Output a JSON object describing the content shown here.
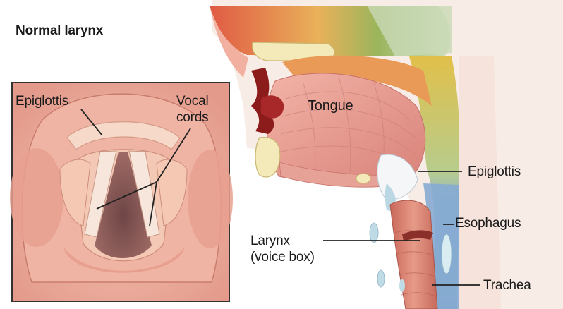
{
  "figure": {
    "inset_title": "Normal larynx",
    "inset_labels": {
      "epiglottis": "Epiglottis",
      "vocal_cords_line1": "Vocal",
      "vocal_cords_line2": "cords"
    },
    "main_labels": {
      "tongue": "Tongue",
      "epiglottis": "Epiglottis",
      "esophagus": "Esophagus",
      "larynx_line1": "Larynx",
      "larynx_line2": "(voice box)",
      "trachea": "Trachea"
    }
  }
}
